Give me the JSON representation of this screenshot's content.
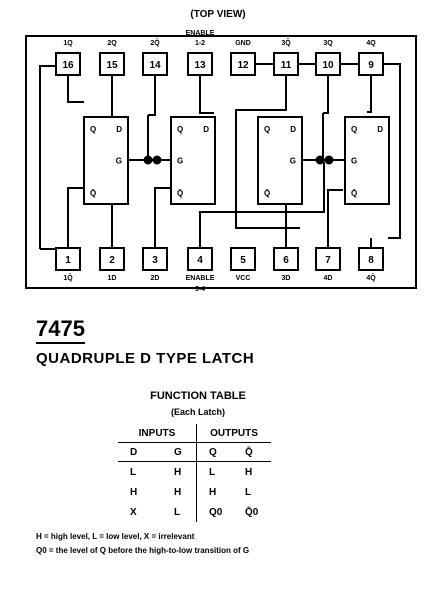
{
  "header": {
    "title": "(TOP VIEW)"
  },
  "top_pins": [
    {
      "number": "16",
      "label": "1Q"
    },
    {
      "number": "15",
      "label": "2Q"
    },
    {
      "number": "14",
      "label": "2Q̄"
    },
    {
      "number": "13",
      "label": "1-2",
      "label_top": "ENABLE"
    },
    {
      "number": "12",
      "label": "GND"
    },
    {
      "number": "11",
      "label": "3Q̄"
    },
    {
      "number": "10",
      "label": "3Q"
    },
    {
      "number": "9",
      "label": "4Q"
    }
  ],
  "bottom_pins": [
    {
      "number": "1",
      "label": "1Q̄"
    },
    {
      "number": "2",
      "label": "1D"
    },
    {
      "number": "3",
      "label": "2D"
    },
    {
      "number": "4",
      "label": "ENABLE",
      "label_bottom": "3-4"
    },
    {
      "number": "5",
      "label": "VCC"
    },
    {
      "number": "6",
      "label": "3D"
    },
    {
      "number": "7",
      "label": "4D"
    },
    {
      "number": "8",
      "label": "4Q̄"
    }
  ],
  "latch_labels": {
    "q": "Q",
    "d": "D",
    "g": "G",
    "qbar": "Q̄"
  },
  "part": {
    "number": "7475",
    "name": "QUADRUPLE D TYPE LATCH"
  },
  "function_table": {
    "title": "FUNCTION TABLE",
    "subtitle": "(Each Latch)",
    "group_inputs": "INPUTS",
    "group_outputs": "OUTPUTS",
    "columns": [
      "D",
      "G",
      "Q",
      "Q̄"
    ],
    "rows": [
      [
        "L",
        "H",
        "L",
        "H"
      ],
      [
        "H",
        "H",
        "H",
        "L"
      ],
      [
        "X",
        "L",
        "Q0",
        "Q̄0"
      ]
    ]
  },
  "footnotes": {
    "legend": "H = high level, L = low level, X = irrelevant",
    "q0_note": "Q0 = the level of Q before the high-to-low transition of G"
  }
}
